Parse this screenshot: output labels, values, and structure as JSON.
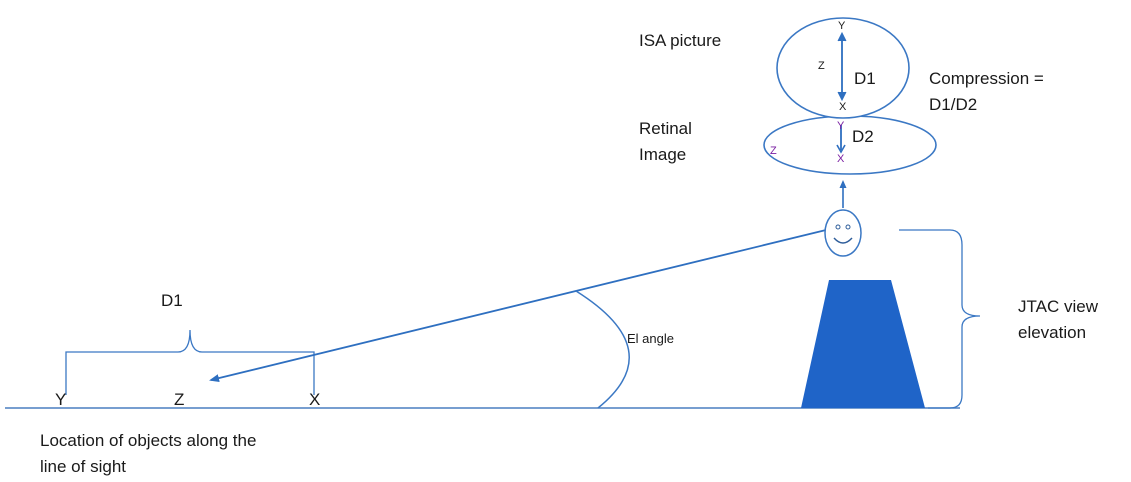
{
  "labels": {
    "isa_picture": "ISA picture",
    "retinal_line1": "Retinal",
    "retinal_line2": "Image",
    "compression_line1": "Compression =",
    "compression_line2": "D1/D2",
    "d1_top": "D1",
    "d2": "D2",
    "d1_ground": "D1",
    "el_angle": "El angle",
    "jtac_line1": "JTAC view",
    "jtac_line2": "elevation",
    "location_line1": "Location of objects along the",
    "location_line2": "line of sight"
  },
  "isa_axis": {
    "top": "Y",
    "mid": "Z",
    "bottom": "X"
  },
  "retinal_axis": {
    "top": "Y",
    "left": "Z",
    "bottom": "X"
  },
  "ground_objects": {
    "y": "Y",
    "z": "Z",
    "x": "X"
  },
  "colors": {
    "line": "#3b78c4",
    "arrow": "#2e6fc0",
    "platform": "#1f64c8",
    "retinal_letters": "#7a1fa2",
    "text": "#1a1a1a"
  },
  "icons": {
    "observer_face": "smiley-face-icon",
    "platform": "trapezoid-tower-icon"
  }
}
